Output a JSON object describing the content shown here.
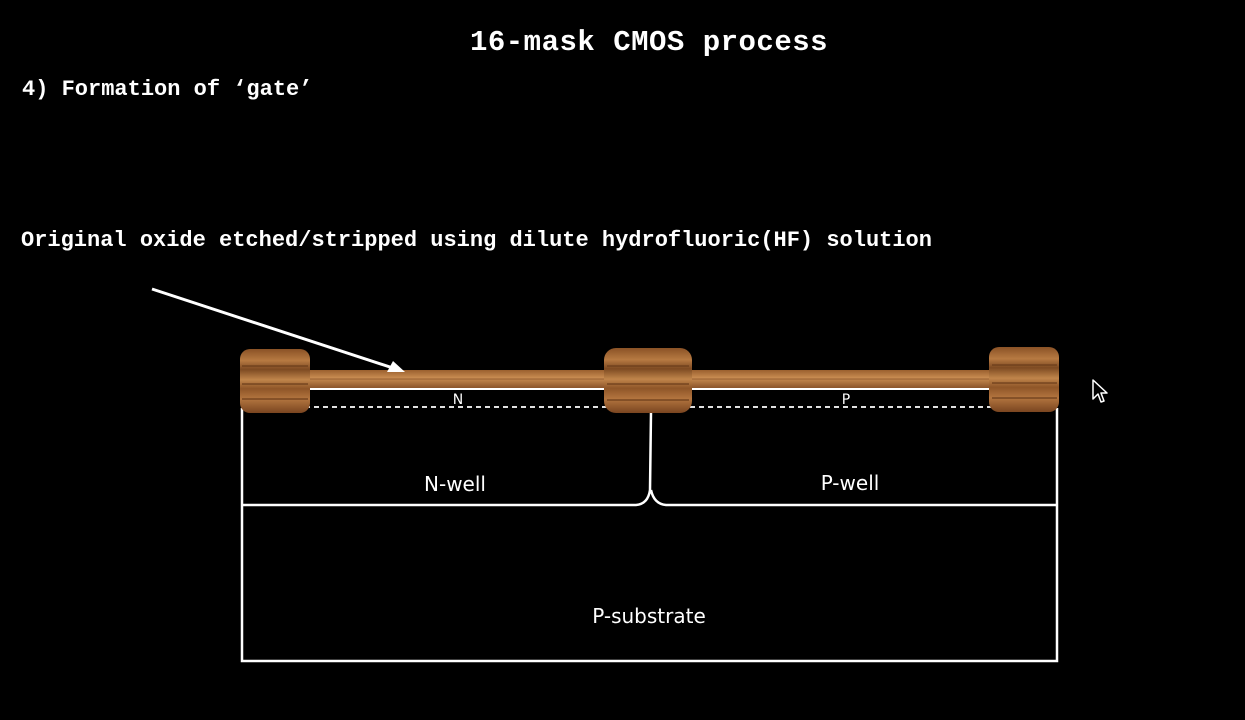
{
  "title": "16-mask CMOS process",
  "step": "4) Formation of ‘gate’",
  "caption": "Original oxide etched/stripped using dilute hydrofluoric(HF) solution",
  "labels": {
    "n_region": "N",
    "p_region": "P",
    "n_well": "N-well",
    "p_well": "P-well",
    "substrate": "P-substrate"
  },
  "colors": {
    "background": "#000000",
    "foreground": "#ffffff",
    "field_oxide": "#a86a36",
    "gate_oxide": "#b9793e"
  },
  "icons": {
    "cursor": "mouse-pointer-icon",
    "arrow": "annotation-arrow"
  }
}
